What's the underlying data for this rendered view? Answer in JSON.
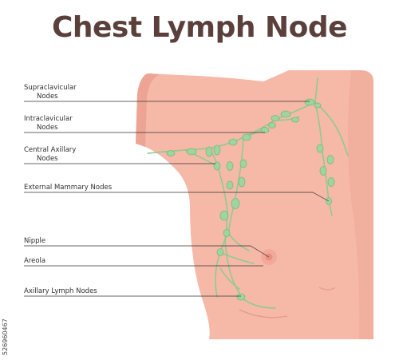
{
  "title": "Chest Lymph Node",
  "labels": [
    {
      "id": "supraclavicular",
      "line1": "Supraclavicular",
      "line2": "Nodes"
    },
    {
      "id": "intraclavicular",
      "line1": "Intraclavicular",
      "line2": "Nodes"
    },
    {
      "id": "central-axillary",
      "line1": "Central Axillary",
      "line2": "Nodes"
    },
    {
      "id": "external-mammary",
      "line1": "External Mammary Nodes",
      "line2": ""
    },
    {
      "id": "nipple",
      "line1": "Nipple",
      "line2": ""
    },
    {
      "id": "areola",
      "line1": "Areola",
      "line2": ""
    },
    {
      "id": "axillary-lymph",
      "line1": "Axillary Lymph Nodes",
      "line2": ""
    }
  ],
  "side_credit": "526960467",
  "colors": {
    "skin": "#f6b9a8",
    "skin_shade": "#eda494",
    "node": "#9fd4a0",
    "node_stroke": "#79b97d",
    "vessel": "#8fca92",
    "leader": "#333333",
    "title": "#5a3f3b"
  }
}
